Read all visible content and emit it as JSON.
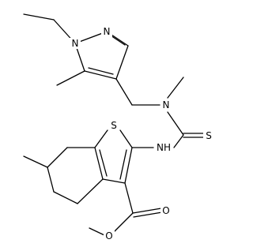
{
  "structure": {
    "atom_labels": {
      "n1": "N",
      "n2": "N",
      "n_amine": "N",
      "s_thioamide": "S",
      "s_ring": "S",
      "nh": "NH",
      "o_carbonyl": "O",
      "o_ester": "O"
    }
  }
}
